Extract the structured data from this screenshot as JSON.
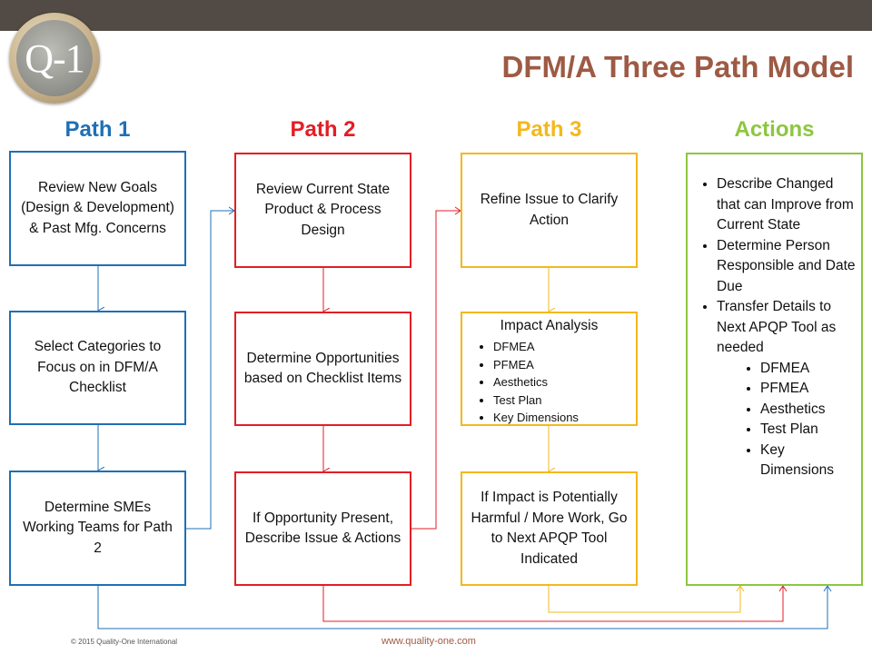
{
  "logo_text": "Q-1",
  "title": "DFM/A Three Path Model",
  "colors": {
    "path1": "#1f6fb5",
    "path2": "#e31e24",
    "path3": "#f4b81d",
    "actions": "#8dc63f",
    "title": "#9e5a44"
  },
  "path1": {
    "heading": "Path 1",
    "boxes": [
      "Review New Goals (Design & Development) & Past Mfg. Concerns",
      "Select Categories to Focus on in DFM/A Checklist",
      "Determine SMEs Working Teams for Path 2"
    ]
  },
  "path2": {
    "heading": "Path 2",
    "boxes": [
      "Review Current State Product & Process Design",
      "Determine Opportunities based on Checklist Items",
      "If Opportunity Present, Describe Issue & Actions"
    ]
  },
  "path3": {
    "heading": "Path 3",
    "box1": "Refine Issue to Clarify Action",
    "impact": {
      "title": "Impact Analysis",
      "items": [
        "DFMEA",
        "PFMEA",
        "Aesthetics",
        "Test Plan",
        "Key Dimensions"
      ]
    },
    "box3": "If Impact is Potentially Harmful / More Work, Go to Next APQP Tool Indicated"
  },
  "actions": {
    "heading": "Actions",
    "items": [
      "Describe Changed that can Improve from Current State",
      "Determine Person Responsible and Date Due",
      "Transfer Details to Next APQP Tool as needed"
    ],
    "subitems": [
      "DFMEA",
      "PFMEA",
      "Aesthetics",
      "Test Plan",
      "Key Dimensions"
    ]
  },
  "footer": {
    "copyright": "© 2015 Quality-One International",
    "url": "www.quality-one.com"
  }
}
